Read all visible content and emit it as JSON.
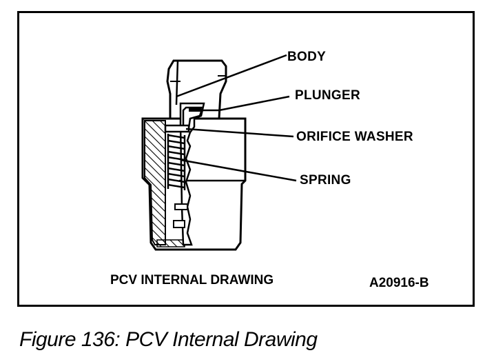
{
  "diagram": {
    "callouts": {
      "body": "BODY",
      "plunger": "PLUNGER",
      "orifice_washer": "ORIFICE WASHER",
      "spring": "SPRING"
    },
    "title": "PCV INTERNAL DRAWING",
    "drawing_id": "A20916-B"
  },
  "figure_caption": "Figure 136: PCV Internal Drawing"
}
